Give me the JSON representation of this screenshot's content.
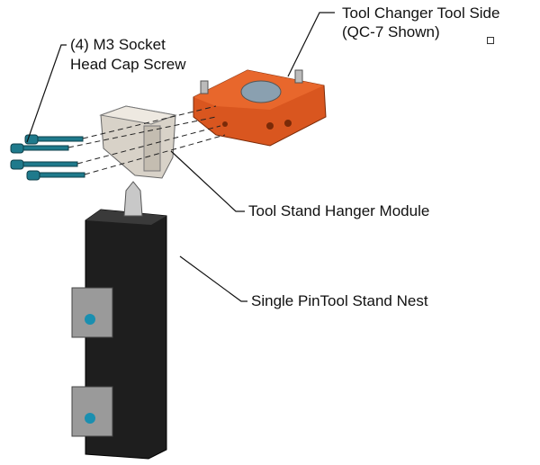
{
  "labels": {
    "tool_changer_line1": "Tool Changer Tool Side",
    "tool_changer_line2": "(QC-7 Shown)",
    "screw_line1": "(4) M3 Socket",
    "screw_line2": "Head Cap Screw",
    "hanger_module": "Tool Stand Hanger Module",
    "stand_nest": "Single PinTool Stand Nest"
  },
  "colors": {
    "tool_changer": "#d9561f",
    "hanger_module": "#d8d2c8",
    "screw": "#1f7a8c",
    "stand_nest": "#1e1e1e",
    "clip": "#9a9a9a",
    "clip_screw": "#1a8fb0"
  }
}
